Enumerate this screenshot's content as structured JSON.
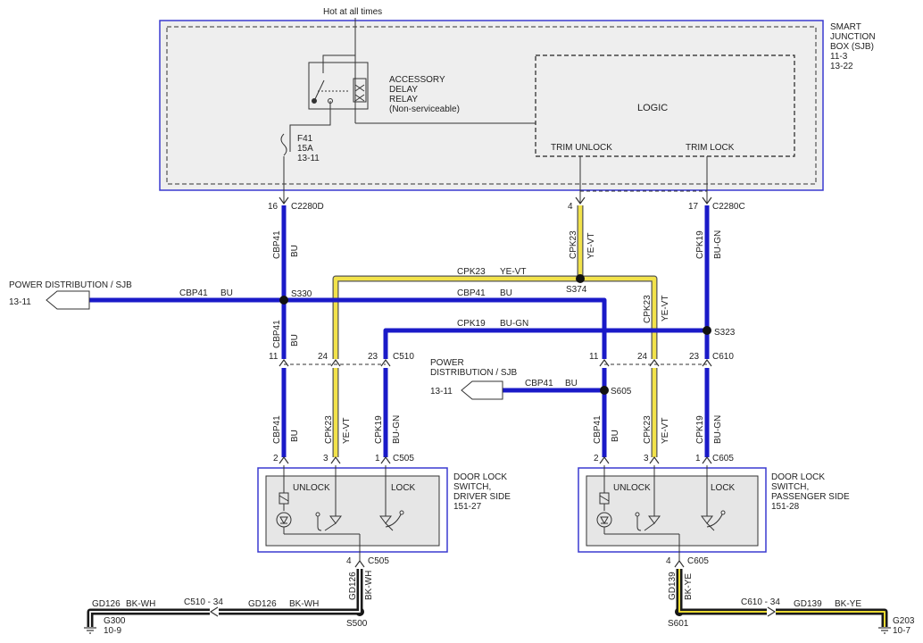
{
  "sjb": {
    "hot_label": "Hot at all times",
    "name": [
      "SMART",
      "JUNCTION",
      "BOX (SJB)",
      "11-3",
      "13-22"
    ],
    "relay": [
      "ACCESSORY",
      "DELAY",
      "RELAY",
      "(Non-serviceable)"
    ],
    "logic": "LOGIC",
    "trim_unlock": "TRIM UNLOCK",
    "trim_lock": "TRIM LOCK",
    "fuse": [
      "F41",
      "15A",
      "13-11"
    ]
  },
  "connectors": {
    "c2280d_pin": "16",
    "c2280d": "C2280D",
    "c2280c_pin4": "4",
    "c2280c_pin17": "17",
    "c2280c": "C2280C",
    "c510_pin11": "11",
    "c510_pin24": "24",
    "c510_pin23": "23",
    "c510": "C510",
    "c610_pin11": "11",
    "c610_pin24": "24",
    "c610_pin23": "23",
    "c610": "C610",
    "c505_pin2": "2",
    "c505_pin3": "3",
    "c505_pin1": "1",
    "c505_top": "C505",
    "c605_pin2": "2",
    "c605_pin3": "3",
    "c605_pin1": "1",
    "c605_top": "C605",
    "c505_gnd_pin": "4",
    "c505_gnd": "C505",
    "c605_gnd_pin": "4",
    "c605_gnd": "C605"
  },
  "splices": {
    "s330": "S330",
    "s374": "S374",
    "s323": "S323",
    "s605": "S605",
    "s500": "S500",
    "s601": "S601"
  },
  "power_left": {
    "label": "POWER DISTRIBUTION / SJB",
    "ref": "13-11"
  },
  "power_right": {
    "label": [
      "POWER",
      "DISTRIBUTION / SJB"
    ],
    "ref": "13-11"
  },
  "wires": {
    "cbp41": "CBP41",
    "bu": "BU",
    "cpk23": "CPK23",
    "yevt": "YE-VT",
    "cpk19": "CPK19",
    "bugn": "BU-GN",
    "gd126": "GD126",
    "bkwh": "BK-WH",
    "gd139": "GD139",
    "bkye": "BK-YE"
  },
  "switch_driver": {
    "title": [
      "DOOR LOCK",
      "SWITCH,",
      "DRIVER SIDE",
      "151-27"
    ],
    "unlock": "UNLOCK",
    "lock": "LOCK"
  },
  "switch_passenger": {
    "title": [
      "DOOR LOCK",
      "SWITCH,",
      "PASSENGER SIDE",
      "151-28"
    ],
    "unlock": "UNLOCK",
    "lock": "LOCK"
  },
  "grounds": {
    "c510_34": "C510 - 34",
    "c610_34": "C610 - 34",
    "g300": "G300",
    "g300_ref": "10-9",
    "g203": "G203",
    "g203_ref": "10-7"
  },
  "colors": {
    "blue_wire": "#1a1ac8",
    "yellow_wire": "#f2e24a",
    "bk_wire": "#1a1a1a",
    "box_border": "#3a3ad0"
  }
}
